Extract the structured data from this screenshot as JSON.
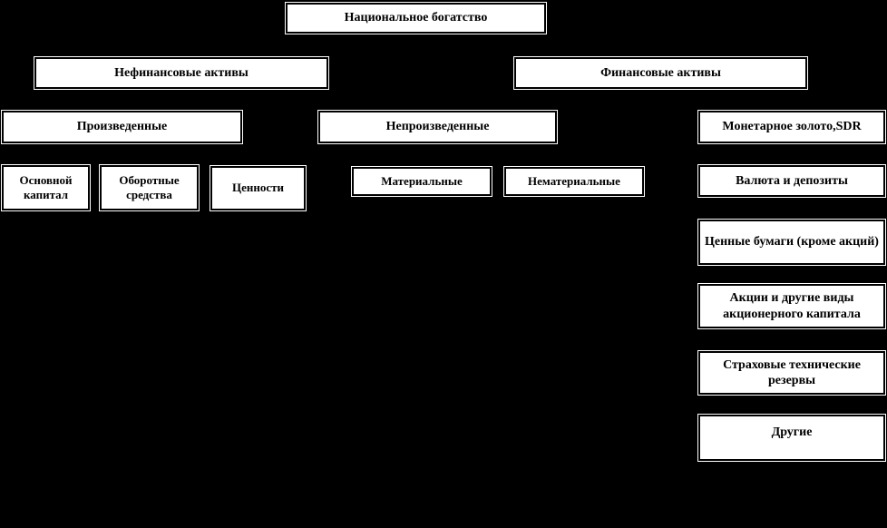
{
  "diagram": {
    "title": "Национальное богатство",
    "nodes": {
      "national_wealth": {
        "label": "Национальное богатство"
      },
      "nonfinancial_assets": {
        "label": "Нефинансовые активы"
      },
      "financial_assets": {
        "label": "Финансовые активы"
      },
      "produced": {
        "label": "Произведенные"
      },
      "nonproduced": {
        "label": "Непроизведенные"
      },
      "monetary_gold_sdr": {
        "label": "Монетарное золото,SDR"
      },
      "fixed_capital": {
        "label": "Основной капитал"
      },
      "working_capital": {
        "label": "Оборотные средства"
      },
      "valuables": {
        "label": "Ценности"
      },
      "tangible": {
        "label": "Материальные"
      },
      "intangible": {
        "label": "Нематериальные"
      },
      "currency_deposits": {
        "label": "Валюта и депозиты"
      },
      "securities": {
        "label": "Ценные бумаги (кроме акций)"
      },
      "shares": {
        "label": "Акции и другие виды акционерного капитала"
      },
      "insurance_reserves": {
        "label": "Страховые технические резервы"
      },
      "other": {
        "label": "Другие"
      }
    },
    "colors": {
      "background": "#000000",
      "box_fill": "#ffffff",
      "box_border": "#000000",
      "text": "#000000"
    }
  }
}
